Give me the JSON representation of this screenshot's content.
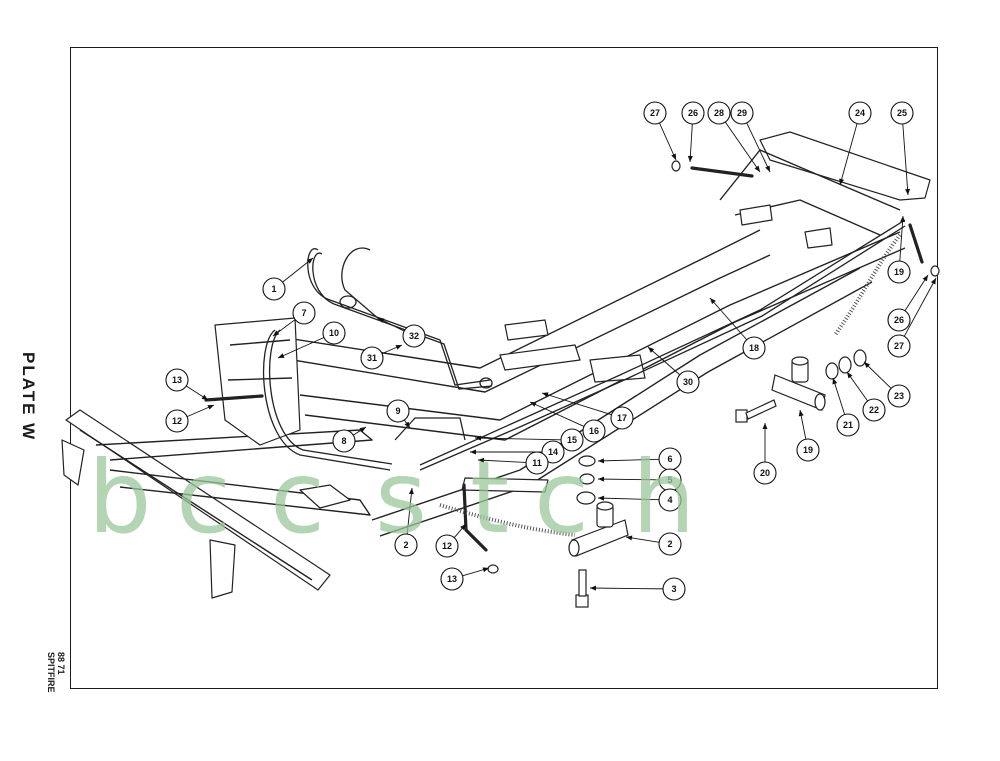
{
  "plate_label": "PLATE W",
  "model_label": "SPITFIRE",
  "page_code": "88 71",
  "watermark": [
    "b",
    "c",
    "c",
    "s",
    "t",
    "c",
    "h"
  ],
  "callouts": [
    {
      "label": "1"
    },
    {
      "label": "7"
    },
    {
      "label": "10"
    },
    {
      "label": "32"
    },
    {
      "label": "31"
    },
    {
      "label": "13"
    },
    {
      "label": "12"
    },
    {
      "label": "8"
    },
    {
      "label": "9"
    },
    {
      "label": "15"
    },
    {
      "label": "14"
    },
    {
      "label": "11"
    },
    {
      "label": "2"
    },
    {
      "label": "12"
    },
    {
      "label": "13"
    },
    {
      "label": "16"
    },
    {
      "label": "17"
    },
    {
      "label": "30"
    },
    {
      "label": "18"
    },
    {
      "label": "6"
    },
    {
      "label": "5"
    },
    {
      "label": "4"
    },
    {
      "label": "2"
    },
    {
      "label": "3"
    },
    {
      "label": "27"
    },
    {
      "label": "26"
    },
    {
      "label": "28"
    },
    {
      "label": "29"
    },
    {
      "label": "24"
    },
    {
      "label": "25"
    },
    {
      "label": "19"
    },
    {
      "label": "26"
    },
    {
      "label": "27"
    },
    {
      "label": "23"
    },
    {
      "label": "22"
    },
    {
      "label": "21"
    },
    {
      "label": "19"
    },
    {
      "label": "20"
    }
  ],
  "colors": {
    "ink": "#222222",
    "watermark": "#9bc79a"
  }
}
